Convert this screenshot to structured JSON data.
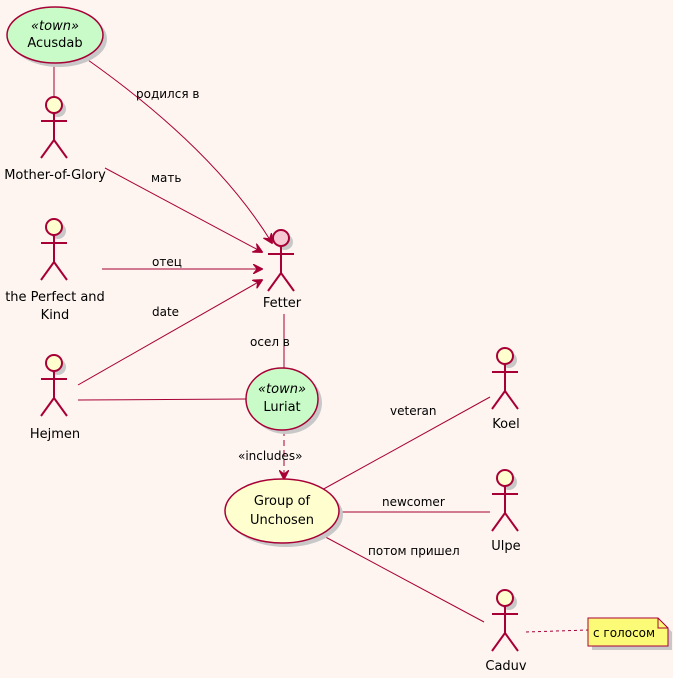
{
  "colors": {
    "background": "#FEF5F0",
    "line": "#A80036",
    "town_fill": "#C8FBC8",
    "usecase_fill": "#FEFECE",
    "actor_head": "#FEFECE",
    "fetter_head": "#F6C8D4",
    "note_fill": "#FBFB77"
  },
  "nodes": {
    "acusdab": {
      "stereotype": "«town»",
      "name": "Acusdab"
    },
    "luriat": {
      "stereotype": "«town»",
      "name": "Luriat"
    },
    "group": {
      "line1": "Group of",
      "line2": "Unchosen"
    },
    "mother": {
      "name": "Mother-of-Glory"
    },
    "perfect": {
      "line1": "the Perfect and",
      "line2": "Kind"
    },
    "hejmen": {
      "name": "Hejmen"
    },
    "fetter": {
      "name": "Fetter"
    },
    "koel": {
      "name": "Koel"
    },
    "ulpe": {
      "name": "Ulpe"
    },
    "caduv": {
      "name": "Caduv"
    }
  },
  "edges": {
    "born_in": "родился в",
    "mother": "мать",
    "father": "отец",
    "date": "date",
    "settled": "осел в",
    "includes": "«includes»",
    "veteran": "veteran",
    "newcomer": "newcomer",
    "came_later": "потом пришел"
  },
  "note": {
    "text": "с голосом"
  }
}
